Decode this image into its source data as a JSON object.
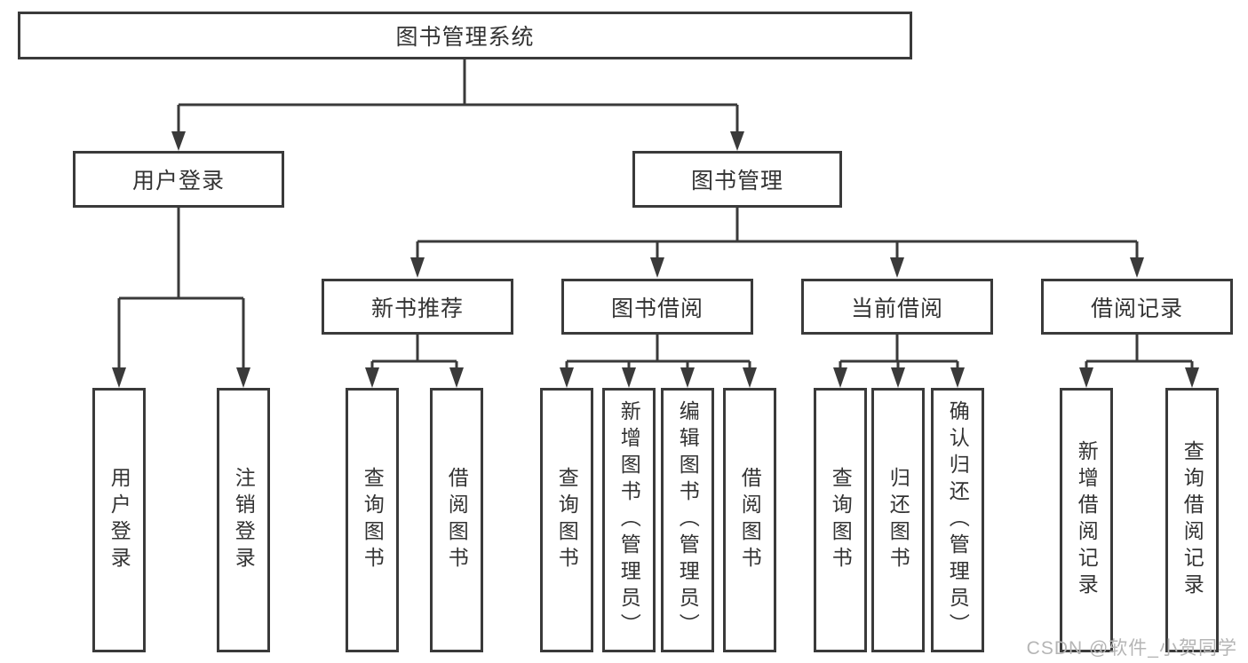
{
  "diagram": {
    "root": {
      "label": "图书管理系统"
    },
    "level2": [
      {
        "label": "用户登录"
      },
      {
        "label": "图书管理"
      }
    ],
    "level3": [
      {
        "label": "新书推荐"
      },
      {
        "label": "图书借阅"
      },
      {
        "label": "当前借阅"
      },
      {
        "label": "借阅记录"
      }
    ],
    "leaves": {
      "user_login": [
        "用户登录",
        "注销登录"
      ],
      "new_books": [
        "查询图书",
        "借阅图书"
      ],
      "book_borrow": [
        "查询图书",
        "新增图书（管理员）",
        "编辑图书（管理员）",
        "借阅图书"
      ],
      "current_borrow": [
        "查询图书",
        "归还图书",
        "确认归还（管理员）"
      ],
      "borrow_records": [
        "新增借阅记录",
        "查询借阅记录"
      ]
    }
  },
  "watermark": {
    "text": "CSDN @软件_小贺同学"
  },
  "colors": {
    "line": "#3a3a3a",
    "text": "#333333",
    "watermark": "#b5b5b5",
    "background": "#ffffff"
  }
}
